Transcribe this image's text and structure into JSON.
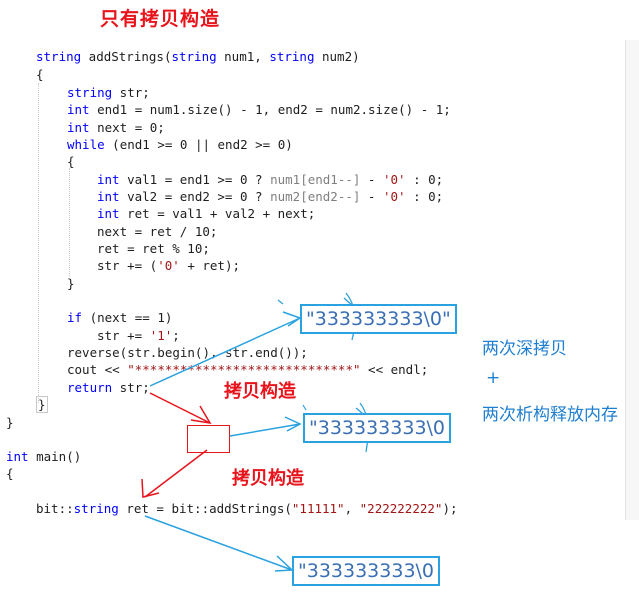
{
  "title": "只有拷贝构造",
  "code": {
    "l1": {
      "t1": "string",
      "t2": " addStrings(",
      "t3": "string",
      "t4": " num1, ",
      "t5": "string",
      "t6": " num2)"
    },
    "l2": "{",
    "l3": {
      "t1": "string",
      "t2": " str;"
    },
    "l4": {
      "t1": "int",
      "t2": " end1 = num1.size() - 1, end2 = num2.size() - 1;"
    },
    "l5": {
      "t1": "int",
      "t2": " next = 0;"
    },
    "l6": {
      "t1": "while",
      "t2": " (end1 >= 0 || end2 >= 0)"
    },
    "l7": "{",
    "l8": {
      "t1": "int",
      "t2": " val1 = end1 >= 0 ? ",
      "t3": "num1[end1--]",
      "t4": " - ",
      "t5": "'0'",
      "t6": " : 0;"
    },
    "l9": {
      "t1": "int",
      "t2": " val2 = end2 >= 0 ? ",
      "t3": "num2[end2--]",
      "t4": " - ",
      "t5": "'0'",
      "t6": " : 0;"
    },
    "l10": {
      "t1": "int",
      "t2": " ret = val1 + val2 + next;"
    },
    "l11": "next = ret / 10;",
    "l12": "ret = ret % 10;",
    "l13": {
      "t1": "str += (",
      "t2": "'0'",
      "t3": " + ret);"
    },
    "l14": "}",
    "l15": {
      "t1": "if",
      "t2": " (next == 1)"
    },
    "l16": {
      "t1": "str += ",
      "t2": "'1'",
      "t3": ";"
    },
    "l17": "reverse(str.begin(), str.end());",
    "l18": {
      "t1": "cout << ",
      "t2": "\"*****************************\"",
      "t3": " << endl;"
    },
    "l19": {
      "t1": "return",
      "t2": " str;"
    },
    "l20": "}",
    "l21": "}",
    "l22": {
      "t1": "int",
      "t2": " main()"
    },
    "l23": "{",
    "l24": {
      "t1": "bit::",
      "t2": "string",
      "t3": " ret = bit::addStrings(",
      "t4": "\"11111\"",
      "t5": ", ",
      "t6": "\"222222222\"",
      "t7": ");"
    }
  },
  "annotations": {
    "copy_ctor_1": "拷贝构造",
    "copy_ctor_2": "拷贝构造",
    "deep_copy": "两次深拷贝",
    "plus": "+",
    "destruct": "两次析构释放内存",
    "box1": "\"333333333\\0\"",
    "box2": "\"333333333\\0",
    "box3": "\"333333333\\0"
  },
  "colors": {
    "red": "#e8141c",
    "blue": "#1f7fd0",
    "keyword": "#0000ff",
    "type": "#2b91af",
    "string": "#a31515"
  }
}
